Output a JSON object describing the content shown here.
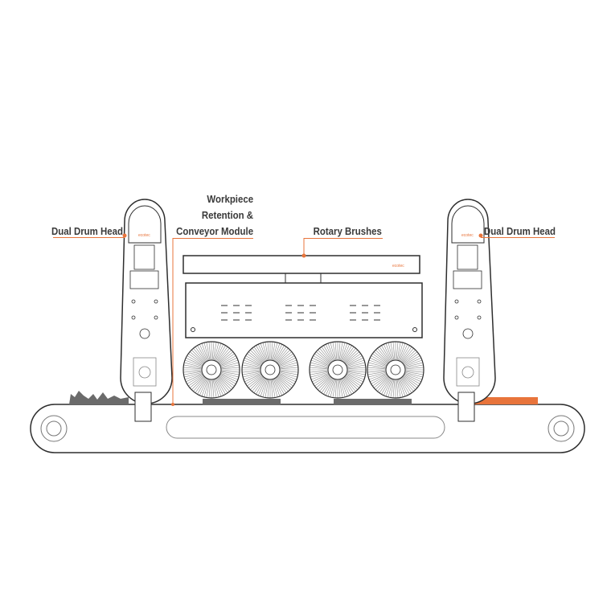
{
  "labels": {
    "dual_drum_head_left": "Dual Drum Head",
    "workpiece_line1": "Workpiece",
    "workpiece_line2": "Retention &",
    "workpiece_line3": "Conveyor Module",
    "rotary_brushes": "Rotary Brushes",
    "dual_drum_head_right": "Dual Drum Head"
  },
  "logo_text": "ecotec",
  "colors": {
    "accent": "#e8743b",
    "outline": "#2e2e2e",
    "part_gray": "#6b6b6b"
  }
}
